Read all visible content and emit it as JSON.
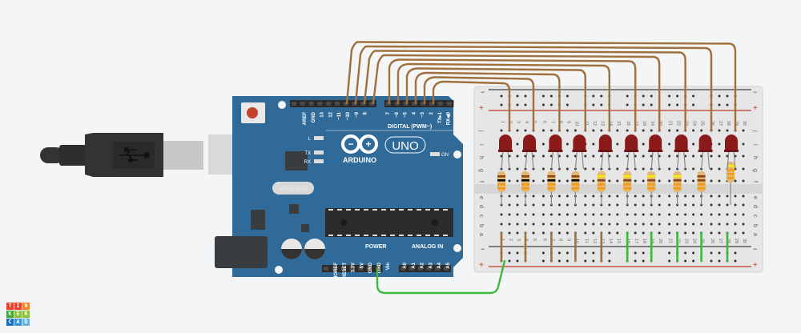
{
  "app": {
    "name": "Tinkercad",
    "logo_letters": [
      "T",
      "I",
      "N",
      "K",
      "E",
      "R",
      "C",
      "A",
      "D"
    ],
    "logo_colors": [
      "#e8402a",
      "#e8402a",
      "#f07f2b",
      "#3fa535",
      "#8cbf3f",
      "#8cbf3f",
      "#1e6bb8",
      "#3a8fd6",
      "#6bb0e0"
    ]
  },
  "arduino": {
    "brand": "ARDUINO",
    "model": "UNO",
    "crystal_label": "SPK16.000G",
    "led_labels": {
      "l": "L",
      "tx": "TX",
      "rx": "RX",
      "on": "ON"
    },
    "digital_header_title": "DIGITAL (PWM~)",
    "digital_pins_left": [
      "AREF",
      "GND",
      "13",
      "12",
      "~11",
      "~10",
      "~9",
      "8"
    ],
    "digital_pins_right": [
      "7",
      "~6",
      "~5",
      "4",
      "~3",
      "2",
      "TX▸1",
      "RX◀0"
    ],
    "power_header_title": "POWER",
    "power_pins": [
      "IOREF",
      "RESET",
      "3.3V",
      "5V",
      "GND",
      "GND",
      "Vin"
    ],
    "analog_header_title": "ANALOG IN",
    "analog_pins": [
      "A0",
      "A1",
      "A2",
      "A3",
      "A4",
      "A5"
    ],
    "colors": {
      "board": "#2f6a99",
      "header": "#2b2b2b",
      "reset_button": "#c0442b"
    }
  },
  "usb_cable": {
    "icon": "usb-icon",
    "color": "#333333"
  },
  "breadboard": {
    "columns": 30,
    "row_labels_top": [
      "j",
      "i",
      "h",
      "g",
      "f"
    ],
    "row_labels_bottom": [
      "e",
      "d",
      "c",
      "b",
      "a"
    ],
    "rail_minus": "−",
    "rail_plus": "+",
    "colors": {
      "body": "#e6e6e6",
      "rail_red": "#c0392b",
      "rail_dark": "#444444"
    }
  },
  "components": {
    "leds": [
      {
        "column": 1,
        "color": "#8b1a1a"
      },
      {
        "column": 4,
        "color": "#8b1a1a"
      },
      {
        "column": 7,
        "color": "#8b1a1a"
      },
      {
        "column": 10,
        "color": "#8b1a1a"
      },
      {
        "column": 13,
        "color": "#8b1a1a"
      },
      {
        "column": 16,
        "color": "#8b1a1a"
      },
      {
        "column": 19,
        "color": "#8b1a1a"
      },
      {
        "column": 22,
        "color": "#8b1a1a"
      },
      {
        "column": 25,
        "color": "#8b1a1a"
      },
      {
        "column": 28,
        "color": "#8b1a1a"
      }
    ],
    "resistors": [
      {
        "column": 1,
        "bands": [
          "#8b4513",
          "#000000",
          "#f39c12",
          "#f39c12"
        ]
      },
      {
        "column": 4,
        "bands": [
          "#8b4513",
          "#000000",
          "#f39c12",
          "#f39c12"
        ]
      },
      {
        "column": 7,
        "bands": [
          "#8b4513",
          "#000000",
          "#f39c12",
          "#f39c12"
        ]
      },
      {
        "column": 10,
        "bands": [
          "#8b4513",
          "#000000",
          "#f39c12",
          "#f39c12"
        ]
      },
      {
        "column": 13,
        "bands": [
          "#ffeb00",
          "#8b4513",
          "#f39c12",
          "#f39c12"
        ]
      },
      {
        "column": 16,
        "bands": [
          "#ffeb00",
          "#8b4513",
          "#f39c12",
          "#f39c12"
        ]
      },
      {
        "column": 19,
        "bands": [
          "#ffeb00",
          "#8b4513",
          "#f39c12",
          "#f39c12"
        ]
      },
      {
        "column": 22,
        "bands": [
          "#ffeb00",
          "#8b4513",
          "#f39c12",
          "#f39c12"
        ]
      },
      {
        "column": 25,
        "bands": [
          "#8b4513",
          "#8b4513",
          "#f39c12",
          "#f39c12"
        ]
      },
      {
        "column": 28,
        "bands": [
          "#ffeb00",
          "#f39c12",
          "#f39c12",
          "#f39c12"
        ]
      }
    ],
    "signal_wires": [
      {
        "from_pin": "2",
        "to_column": 2
      },
      {
        "from_pin": "~3",
        "to_column": 5
      },
      {
        "from_pin": "4",
        "to_column": 8
      },
      {
        "from_pin": "~5",
        "to_column": 11
      },
      {
        "from_pin": "~6",
        "to_column": 14
      },
      {
        "from_pin": "7",
        "to_column": 17
      },
      {
        "from_pin": "8",
        "to_column": 20
      },
      {
        "from_pin": "~9",
        "to_column": 23
      },
      {
        "from_pin": "~10",
        "to_column": 26
      },
      {
        "from_pin": "~11",
        "to_column": 29
      }
    ],
    "ground_jumpers": [
      {
        "column": 1,
        "color": "#a0703c"
      },
      {
        "column": 4,
        "color": "#a0703c"
      },
      {
        "column": 7,
        "color": "#a0703c"
      },
      {
        "column": 10,
        "color": "#a0703c"
      },
      {
        "column": 13,
        "color": "#a0703c"
      },
      {
        "column": 16,
        "color": "#3db83d"
      },
      {
        "column": 19,
        "color": "#3db83d"
      },
      {
        "column": 22,
        "color": "#3db83d"
      },
      {
        "column": 25,
        "color": "#3db83d"
      },
      {
        "column": 28,
        "color": "#3db83d"
      }
    ],
    "gnd_wire": {
      "from_pin": "GND",
      "to": "bottom-minus-rail",
      "color": "#3db83d"
    },
    "wire_color_signal": "#a0703c"
  }
}
